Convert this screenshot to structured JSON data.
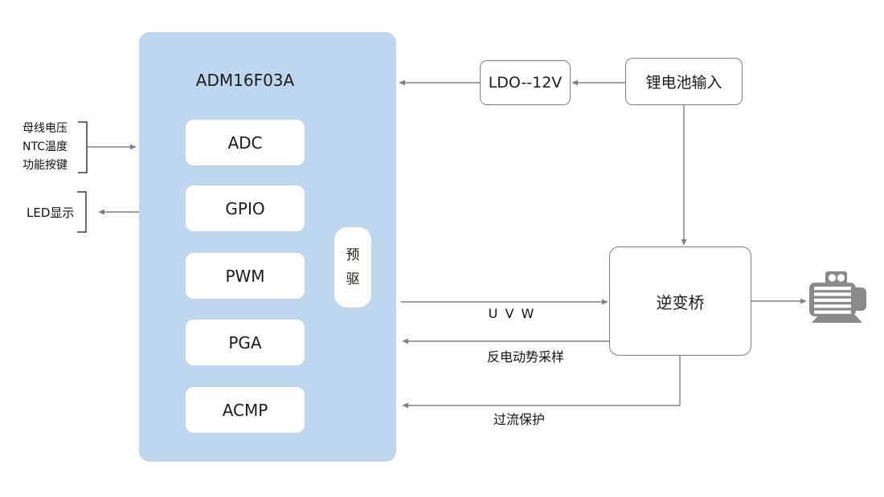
{
  "diagram": {
    "chip": {
      "title": "ADM16F03A",
      "modules": [
        "ADC",
        "GPIO",
        "PWM",
        "PGA",
        "ACMP"
      ],
      "predriver_label": "预驱"
    },
    "blocks": {
      "ldo_label": "LDO--12V",
      "battery_label": "锂电池输入",
      "inverter_label": "逆变桥"
    },
    "left_labels": {
      "input_line1": "母线电压",
      "input_line2": "NTC温度",
      "input_line3": "功能按键",
      "led_label": "LED显示"
    },
    "signal_labels": {
      "uvw": "U V W",
      "back_emf": "反电动势采样",
      "overcurrent": "过流保护"
    },
    "icons": {
      "motor": "motor-icon"
    },
    "colors": {
      "chip_fill": "#bed7ee",
      "block_fill": "#ffffff",
      "border_gray": "#7f7f7f",
      "wire_gray": "#808080",
      "bracket_dark": "#3a3a3a",
      "motor_gray": "#8a8a8a",
      "text": "#1a1a1a"
    }
  }
}
